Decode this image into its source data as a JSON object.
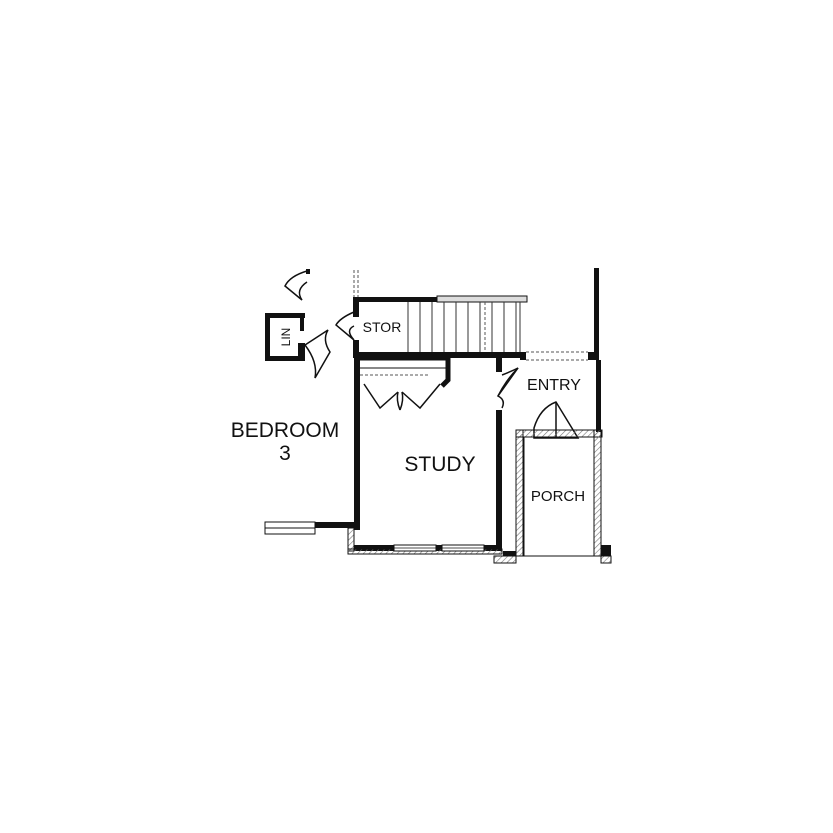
{
  "floor_plan": {
    "rooms": {
      "bedroom": {
        "line1": "BEDROOM",
        "line2": "3"
      },
      "study": "STUDY",
      "stor": "STOR",
      "entry": "ENTRY",
      "porch": "PORCH",
      "lin": "LIN"
    },
    "colors": {
      "wall": "#111111",
      "background": "#ffffff",
      "hatch": "#777777"
    }
  }
}
